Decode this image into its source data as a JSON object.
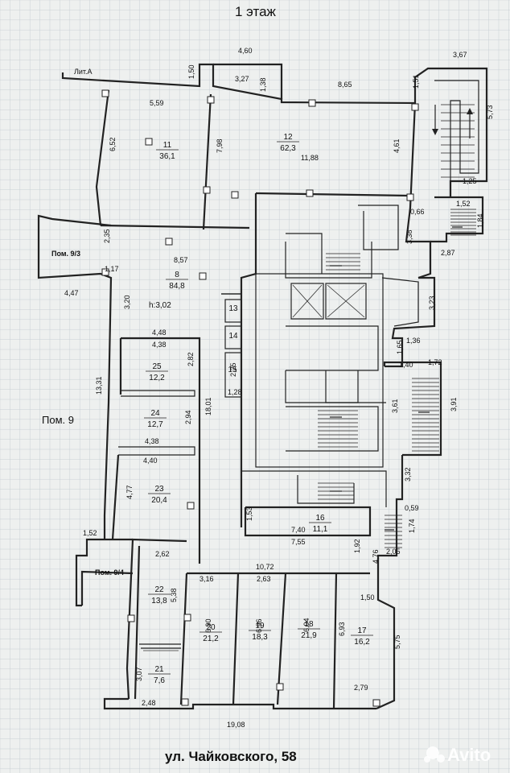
{
  "plan": {
    "floor_title": "1 этаж",
    "lit": "Лит.А",
    "address": "ул. Чайковского, 58",
    "watermark": "Avito",
    "pom9": "Пом. 9",
    "pom93": "Пом. 9/3",
    "pom94": "Пом. 9/4",
    "height_label": "h:3,02"
  },
  "rooms": [
    {
      "id": "r11",
      "num": "11",
      "area": "36,1"
    },
    {
      "id": "r12",
      "num": "12",
      "area": "62,3"
    },
    {
      "id": "r8",
      "num": "8",
      "area": "84,8"
    },
    {
      "id": "r25",
      "num": "25",
      "area": "12,2"
    },
    {
      "id": "r24",
      "num": "24",
      "area": "12,7"
    },
    {
      "id": "r23",
      "num": "23",
      "area": "20,4"
    },
    {
      "id": "r22",
      "num": "22",
      "area": "13,8"
    },
    {
      "id": "r21",
      "num": "21",
      "area": "7,6"
    },
    {
      "id": "r20",
      "num": "20",
      "area": "21,2"
    },
    {
      "id": "r19",
      "num": "19",
      "area": "18,3"
    },
    {
      "id": "r18",
      "num": "18",
      "area": "21,9"
    },
    {
      "id": "r17",
      "num": "17",
      "area": "16,2"
    },
    {
      "id": "r16",
      "num": "16",
      "area": "11,1"
    },
    {
      "id": "r13",
      "num": "13",
      "area": ""
    },
    {
      "id": "r14",
      "num": "14",
      "area": ""
    },
    {
      "id": "r15",
      "num": "15",
      "area": ""
    }
  ],
  "dims": [
    "4,60",
    "3,67",
    "1,50",
    "3,27",
    "8,65",
    "1,51",
    "5,73",
    "1,38",
    "5,59",
    "6,52",
    "7,98",
    "11,88",
    "4,61",
    "1,25",
    "1,52",
    "1,84",
    "0,66",
    "3,38",
    "2,87",
    "2,35",
    "8,57",
    "1,17",
    "4,47",
    "3,20",
    "3,23",
    "1,36",
    "1,65",
    "1,40",
    "1,72",
    "4,48",
    "4,38",
    "2,82",
    "13,31",
    "18,01",
    "2,25",
    "1,28",
    "2,94",
    "4,38",
    "3,91",
    "3,61",
    "4,40",
    "4,77",
    "3,32",
    "0,59",
    "1,53",
    "7,40",
    "7,55",
    "1,74",
    "1,52",
    "2,62",
    "1,92",
    "2,05",
    "4,76",
    "10,72",
    "3,16",
    "2,63",
    "1,50",
    "5,38",
    "6,90",
    "6,96",
    "6,94",
    "6,93",
    "5,75",
    "3,07",
    "2,48",
    "2,79",
    "19,08"
  ]
}
